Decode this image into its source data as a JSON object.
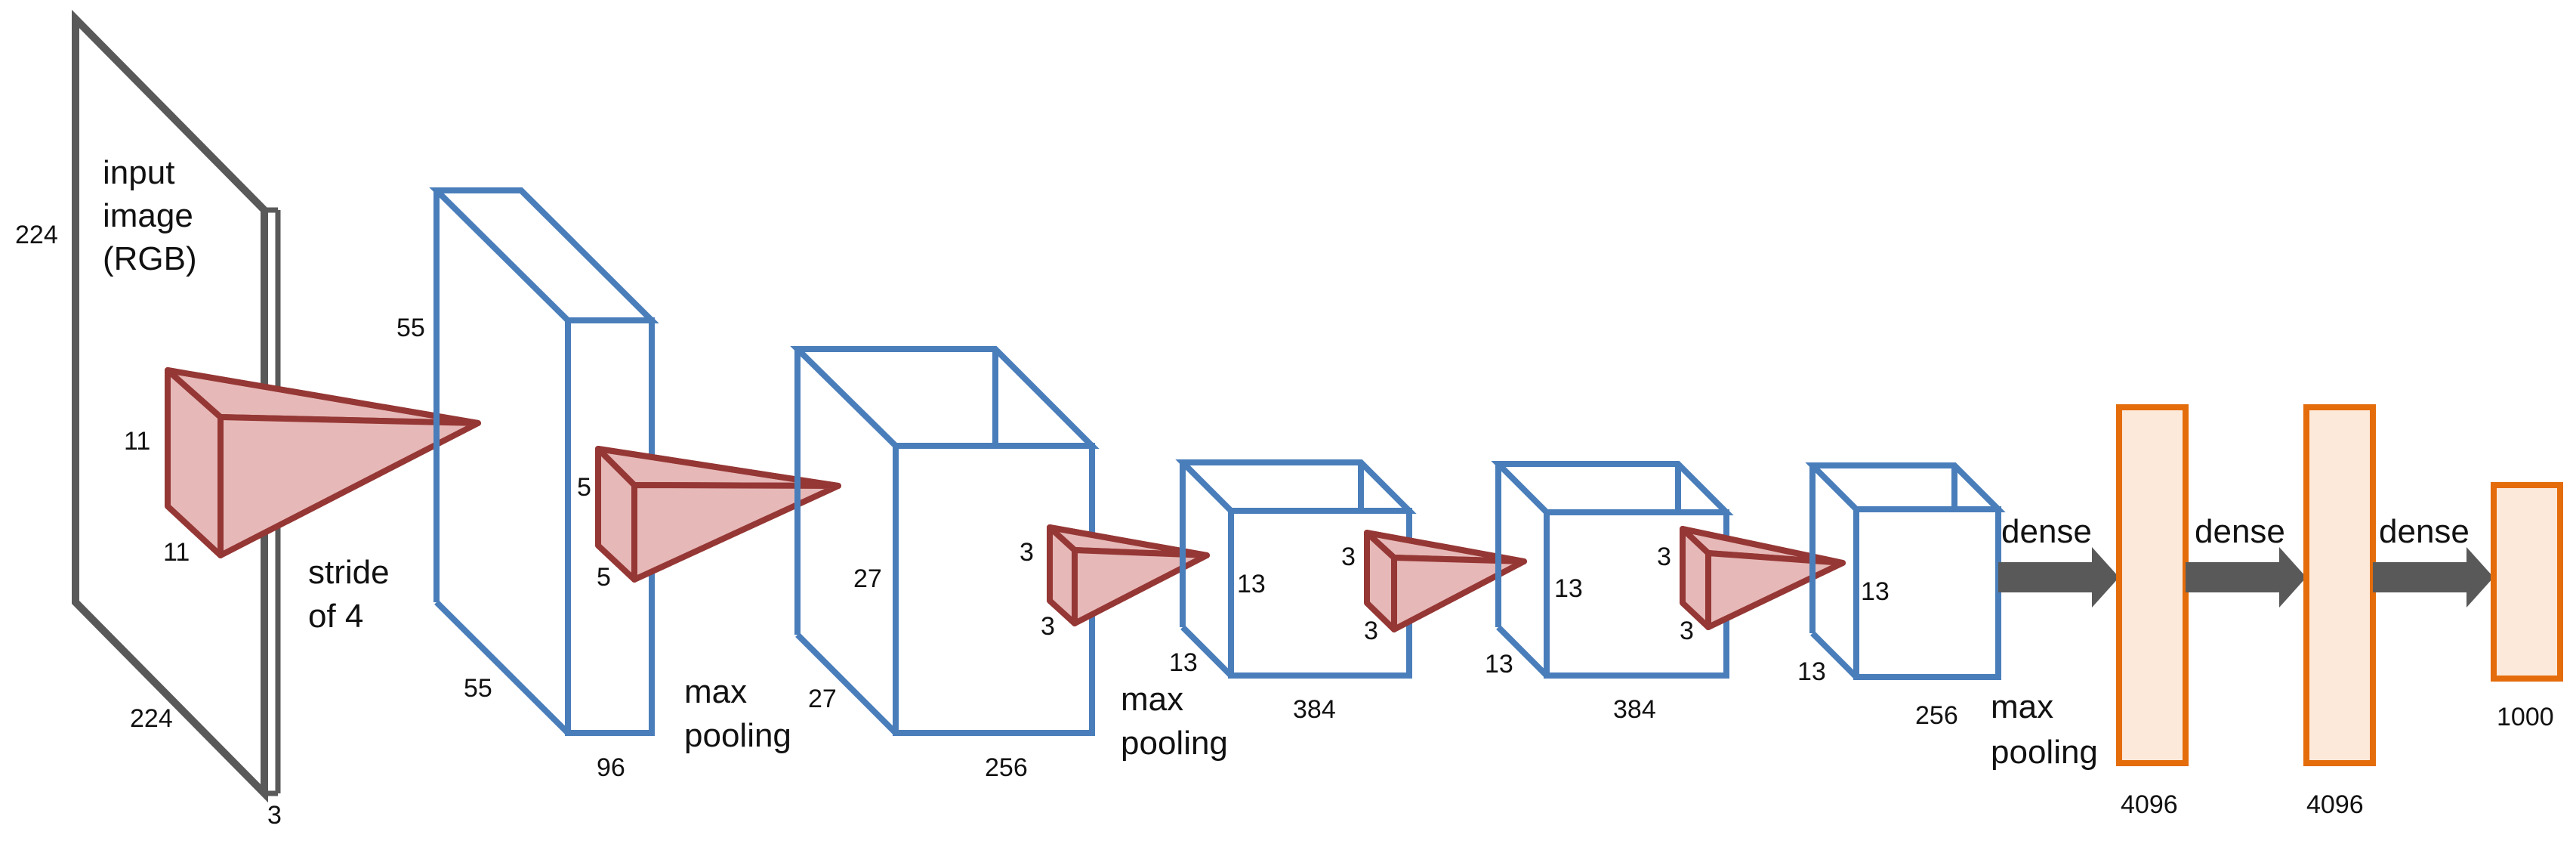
{
  "input": {
    "title_lines": [
      "input",
      "image",
      "(RGB)"
    ],
    "height": "224",
    "width": "224",
    "depth": "3",
    "kernel_h": "11",
    "kernel_w": "11",
    "stride_lines": [
      "stride",
      "of 4"
    ]
  },
  "conv1": {
    "height": "55",
    "width": "55",
    "depth": "96",
    "kernel_h": "5",
    "kernel_w": "5",
    "pool_lines": [
      "max",
      "pooling"
    ]
  },
  "conv2": {
    "height": "27",
    "width": "27",
    "depth": "256",
    "kernel_h": "3",
    "kernel_w": "3",
    "pool_lines": [
      "max",
      "pooling"
    ]
  },
  "conv3": {
    "height": "13",
    "width": "13",
    "depth": "384",
    "kernel_h": "3",
    "kernel_w": "3"
  },
  "conv4": {
    "height": "13",
    "width": "13",
    "depth": "384",
    "kernel_h": "3",
    "kernel_w": "3"
  },
  "conv5": {
    "height": "13",
    "width": "13",
    "depth": "256",
    "pool_lines": [
      "max",
      "pooling"
    ]
  },
  "dense": {
    "arrow_label": "dense",
    "fc6": "4096",
    "fc7": "4096",
    "fc8": "1000"
  },
  "colors": {
    "input_plane": "#595959",
    "conv_volume": "#4a7ebb",
    "kernel_fill": "#e6b9b8",
    "kernel_stroke": "#953735",
    "dense_fill": "#fde9d9",
    "dense_stroke": "#e46c0a"
  }
}
